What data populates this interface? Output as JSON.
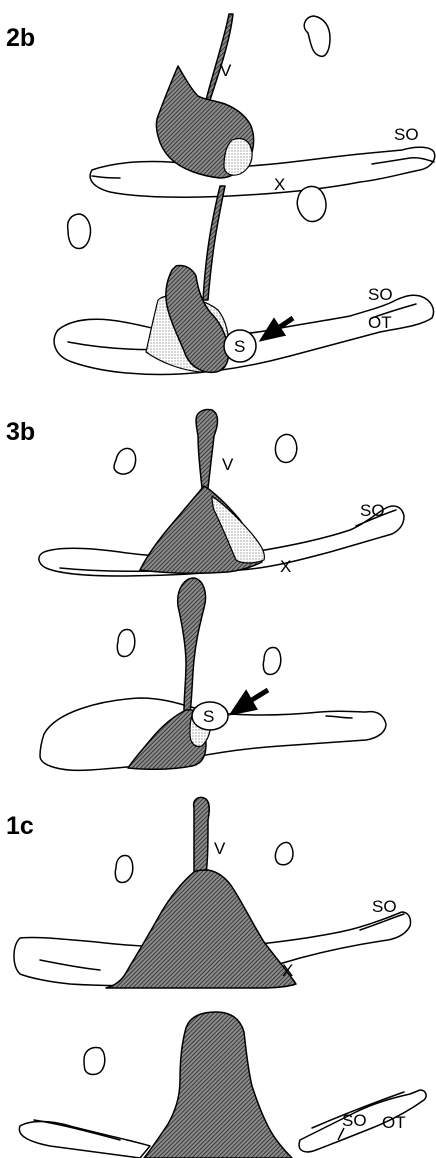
{
  "panels": [
    {
      "id": "2b",
      "label": "2b",
      "labels": {
        "v": "V",
        "so": "SO",
        "x": "X"
      }
    },
    {
      "id": "2b-lower",
      "label": "",
      "labels": {
        "s": "S",
        "so": "SO",
        "ot": "OT"
      }
    },
    {
      "id": "3b",
      "label": "3b",
      "labels": {
        "v": "V",
        "so": "SO",
        "x": "X"
      }
    },
    {
      "id": "3b-lower",
      "label": "",
      "labels": {
        "s": "S"
      }
    },
    {
      "id": "1c",
      "label": "1c",
      "labels": {
        "v": "V",
        "so": "SO",
        "x": "X"
      }
    },
    {
      "id": "1c-lower",
      "label": "",
      "labels": {
        "so": "SO",
        "ot": "OT"
      }
    }
  ],
  "colors": {
    "ink": "#000000",
    "background": "#ffffff"
  }
}
